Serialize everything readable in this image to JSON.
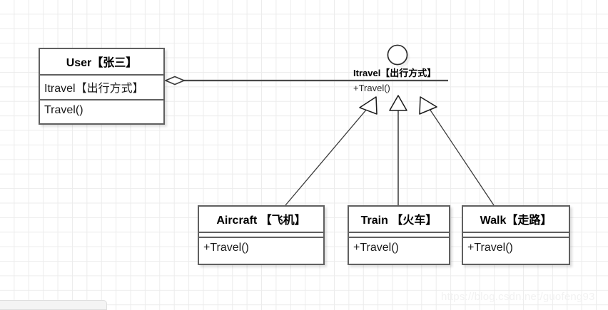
{
  "diagram": {
    "title": "UML class diagram - Itravel interface",
    "type": "uml-class-diagram",
    "colors": {
      "box_border": "#606060",
      "line": "#4a4a4a",
      "canvas": "#ffffff",
      "grid": "#ececec",
      "watermark": "#f2f2f2"
    },
    "classes": [
      {
        "id": "user",
        "name": "User【张三】",
        "attributes": [
          "Itravel【出行方式】"
        ],
        "methods": [
          "Travel()"
        ]
      },
      {
        "id": "aircraft",
        "name": "Aircraft 【飞机】",
        "attributes": [
          ""
        ],
        "methods": [
          "+Travel()"
        ]
      },
      {
        "id": "train",
        "name": "Train 【火车】",
        "attributes": [
          ""
        ],
        "methods": [
          "+Travel()"
        ]
      },
      {
        "id": "walk",
        "name": "Walk【走路】",
        "attributes": [
          ""
        ],
        "methods": [
          "+Travel()"
        ]
      }
    ],
    "interface": {
      "name": "Itravel【出行方式】",
      "operation": "+Travel()",
      "notation": "lollipop-circle"
    },
    "relationships": [
      {
        "type": "aggregation",
        "from": "user",
        "to": "interface",
        "marker": "hollow-diamond"
      },
      {
        "type": "realization",
        "from": "aircraft",
        "to": "interface",
        "marker": "hollow-triangle"
      },
      {
        "type": "realization",
        "from": "train",
        "to": "interface",
        "marker": "hollow-triangle"
      },
      {
        "type": "realization",
        "from": "walk",
        "to": "interface",
        "marker": "hollow-triangle"
      }
    ]
  },
  "watermark": {
    "text": "https://blog.csdn.net/guofeng93"
  }
}
